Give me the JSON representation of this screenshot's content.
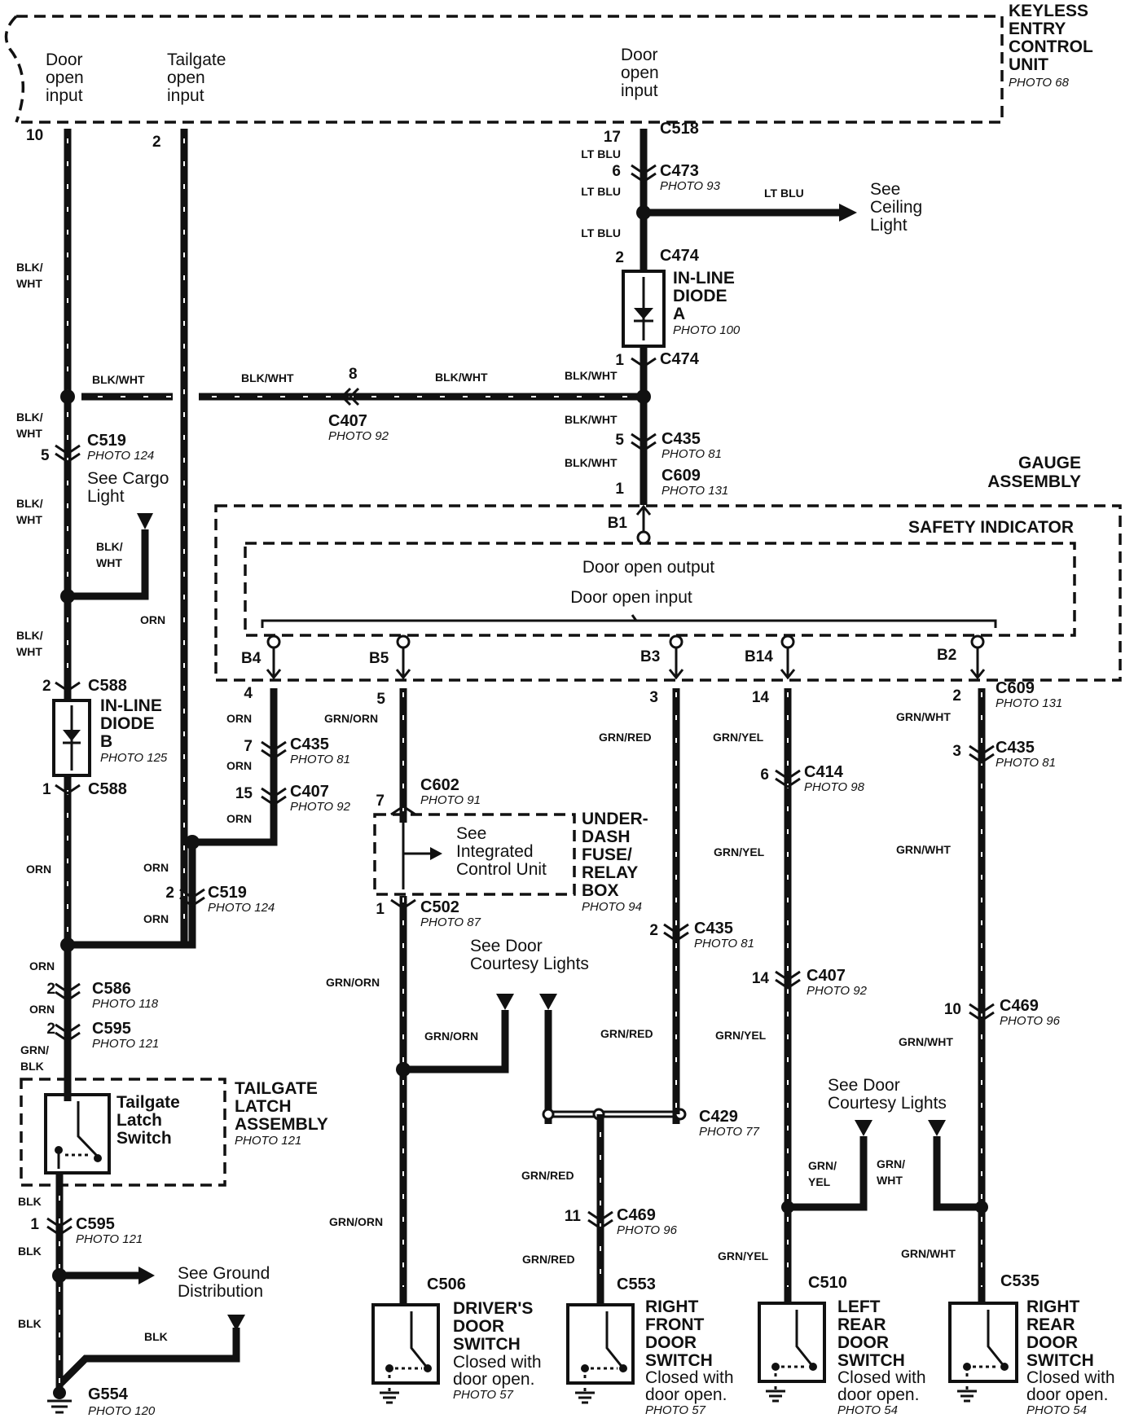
{
  "keyless": {
    "title_lines": [
      "KEYLESS",
      "ENTRY",
      "CONTROL",
      "UNIT"
    ],
    "photo": "PHOTO 68"
  },
  "inputs": {
    "door_open_left": [
      "Door",
      "open",
      "input"
    ],
    "tailgate_open": [
      "Tailgate",
      "open",
      "input"
    ],
    "door_open_right": [
      "Door",
      "open",
      "input"
    ]
  },
  "pins": {
    "p10": "10",
    "p2": "2",
    "p17": "17",
    "p6": "6",
    "p2b": "2",
    "p1": "1",
    "p8": "8",
    "p5": "5",
    "p1b": "1",
    "p5b": "5",
    "p2c": "2",
    "p1c": "1"
  },
  "connectors": {
    "c518": "C518",
    "c473": "C473",
    "c473_photo": "PHOTO 93",
    "c474a": "C474",
    "c474b": "C474",
    "c407a": "C407",
    "c407a_photo": "PHOTO 92",
    "c435a": "C435",
    "c435a_photo": "PHOTO 81",
    "c609a": "C609",
    "c609a_photo": "PHOTO 131",
    "c519a": "C519",
    "c519a_photo": "PHOTO 124",
    "c588a": "C588",
    "c588b": "C588",
    "c609b": "C609",
    "c609b_photo": "PHOTO 131",
    "c435b": "C435",
    "c435b_photo": "PHOTO 81",
    "c407b": "C407",
    "c407b_photo": "PHOTO 92",
    "c602": "C602",
    "c602_photo": "PHOTO 91",
    "c502": "C502",
    "c502_photo": "PHOTO 87",
    "c435c": "C435",
    "c435c_photo": "PHOTO 81",
    "c435d": "C435",
    "c435d_photo": "PHOTO 81",
    "c414": "C414",
    "c414_photo": "PHOTO 98",
    "c407c": "C407",
    "c407c_photo": "PHOTO 92",
    "c469a": "C469",
    "c469a_photo": "PHOTO 96",
    "c519b": "C519",
    "c519b_photo": "PHOTO 124",
    "c586": "C586",
    "c586_photo": "PHOTO 118",
    "c595a": "C595",
    "c595a_photo": "PHOTO 121",
    "c595b": "C595",
    "c595b_photo": "PHOTO 121",
    "c429": "C429",
    "c429_photo": "PHOTO 77",
    "c469b": "C469",
    "c469b_photo": "PHOTO 96",
    "c506": "C506",
    "c553": "C553",
    "c510": "C510",
    "c535": "C535",
    "g554": "G554",
    "g554_photo": "PHOTO 120"
  },
  "wires": {
    "lt_blu": "LT BLU",
    "blk_wht": "BLK/WHT",
    "blk_wht_split": [
      "BLK/",
      "WHT"
    ],
    "orn": "ORN",
    "grn_orn": "GRN/ORN",
    "grn_red": "GRN/RED",
    "grn_yel": "GRN/YEL",
    "grn_wht": "GRN/WHT",
    "grn_yel_split": [
      "GRN/",
      "YEL"
    ],
    "grn_wht_split": [
      "GRN/",
      "WHT"
    ],
    "grn_blk_split": [
      "GRN/",
      "BLK"
    ],
    "blk": "BLK"
  },
  "diode_a": {
    "lines": [
      "IN-LINE",
      "DIODE",
      "A"
    ],
    "photo": "PHOTO 100"
  },
  "diode_b": {
    "lines": [
      "IN-LINE",
      "DIODE",
      "B"
    ],
    "photo": "PHOTO 125"
  },
  "ceiling": [
    "See",
    "Ceiling",
    "Light"
  ],
  "cargo": [
    "See Cargo",
    "Light"
  ],
  "gauge": {
    "title_lines": [
      "GAUGE",
      "ASSEMBLY"
    ],
    "safety": "SAFETY INDICATOR",
    "output": "Door open output",
    "input": "Door open input"
  },
  "gauge_pins": {
    "b1": "B1",
    "b4": "B4",
    "b5": "B5",
    "b3": "B3",
    "b14": "B14",
    "b2": "B2"
  },
  "col_pins": {
    "p4": "4",
    "p5": "5",
    "p3": "3",
    "p14": "14",
    "p2": "2",
    "p7": "7",
    "p15": "15",
    "p7b": "7",
    "p6": "6",
    "p3b": "3",
    "p1": "1",
    "p2b": "2",
    "p14b": "14",
    "p10": "10",
    "p2c": "2",
    "p2d": "2",
    "p2e": "2",
    "p11": "11",
    "p1d": "1"
  },
  "icu": [
    "See",
    "Integrated",
    "Control Unit"
  ],
  "fuse_box": {
    "lines": [
      "UNDER-",
      "DASH",
      "FUSE/",
      "RELAY",
      "BOX"
    ],
    "photo": "PHOTO 94"
  },
  "courtesy1": [
    "See Door",
    "Courtesy Lights"
  ],
  "courtesy2": [
    "See Door",
    "Courtesy Lights"
  ],
  "tailgate": {
    "switch_lines": [
      "Tailgate",
      "Latch",
      "Switch"
    ],
    "assembly_lines": [
      "TAILGATE",
      "LATCH",
      "ASSEMBLY"
    ],
    "photo": "PHOTO 121"
  },
  "ground_dist": [
    "See Ground",
    "Distribution"
  ],
  "switches": {
    "driver": {
      "lines": [
        "DRIVER'S",
        "DOOR",
        "SWITCH"
      ],
      "note": [
        "Closed with",
        "door open."
      ],
      "photo": "PHOTO 57"
    },
    "right_front": {
      "lines": [
        "RIGHT",
        "FRONT",
        "DOOR",
        "SWITCH"
      ],
      "note": [
        "Closed with",
        "door open."
      ],
      "photo": "PHOTO 57"
    },
    "left_rear": {
      "lines": [
        "LEFT",
        "REAR",
        "DOOR",
        "SWITCH"
      ],
      "note": [
        "Closed with",
        "door open."
      ],
      "photo": "PHOTO 54"
    },
    "right_rear": {
      "lines": [
        "RIGHT",
        "REAR",
        "DOOR",
        "SWITCH"
      ],
      "note": [
        "Closed with",
        "door open."
      ],
      "photo": "PHOTO 54"
    }
  }
}
